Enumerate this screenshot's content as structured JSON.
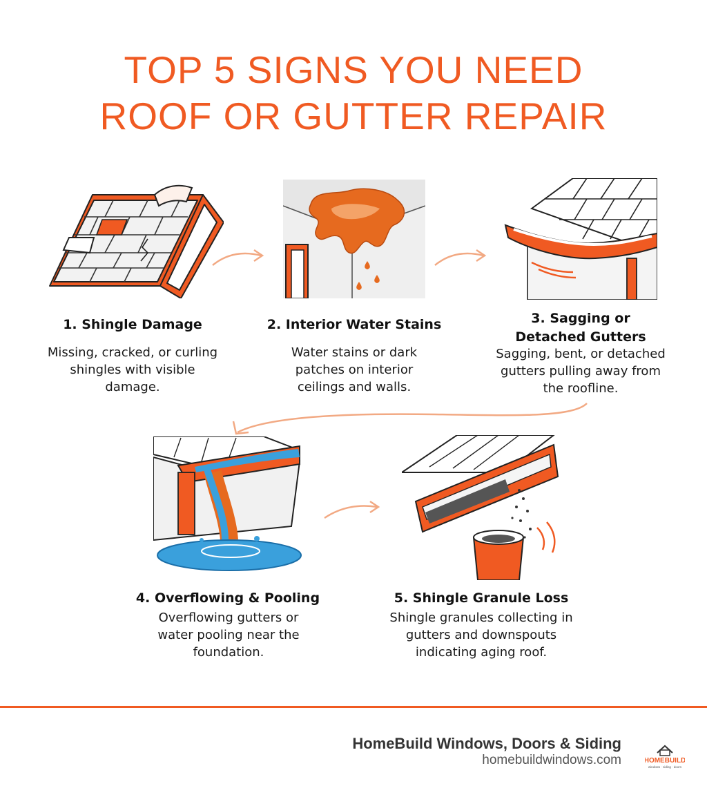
{
  "title": {
    "line1": "TOP 5 SIGNS YOU NEED",
    "line2": "ROOF OR GUTTER REPAIR"
  },
  "colors": {
    "accent": "#f05a22",
    "text": "#111111",
    "water": "#3aa0dc"
  },
  "steps": [
    {
      "title": "1. Shingle Damage",
      "desc": "Missing, cracked, or curling shingles with visible damage.",
      "icon": "damaged-shingles-icon"
    },
    {
      "title": "2. Interior Water Stains",
      "desc": "Water stains or dark patches on interior ceilings and walls.",
      "icon": "water-stain-icon"
    },
    {
      "title_line1": "3. Sagging or",
      "title_line2": "Detached Gutters",
      "desc": "Sagging, bent, or detached gutters pulling away from the roofline.",
      "icon": "sagging-gutter-icon"
    },
    {
      "title": "4. Overflowing & Pooling",
      "desc": "Overflowing gutters or water pooling near the foundation.",
      "icon": "overflowing-gutter-icon"
    },
    {
      "title": "5. Shingle Granule Loss",
      "desc": "Shingle granules collecting in gutters and downspouts indicating aging roof.",
      "icon": "granule-loss-icon"
    }
  ],
  "footer": {
    "company": "HomeBuild Windows, Doors & Siding",
    "url": "homebuildwindows.com",
    "logo_text": "HOMEBUILD",
    "logo_tagline": "windows · siding · doors"
  }
}
